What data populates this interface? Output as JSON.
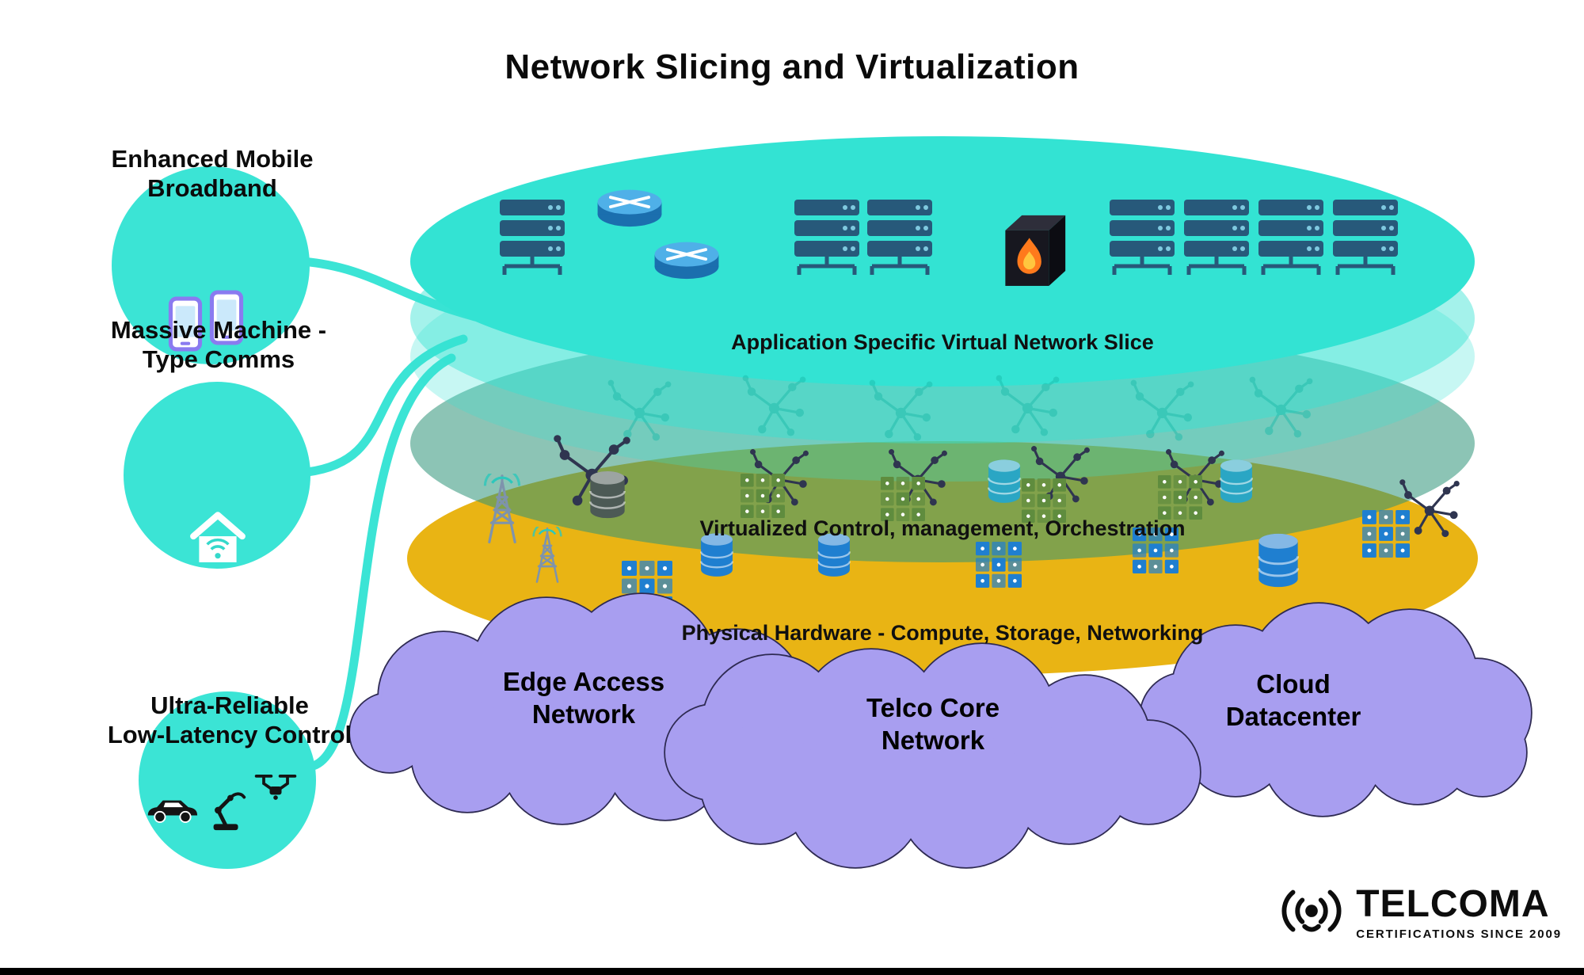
{
  "title": "Network Slicing and Virtualization",
  "use_cases": [
    {
      "lines": [
        "Enhanced Mobile",
        "Broadband"
      ],
      "icon": "mobile-phones-icon"
    },
    {
      "lines": [
        "Massive Machine -",
        "Type Comms"
      ],
      "icon": "smart-home-icon"
    },
    {
      "lines": [
        "Ultra-Reliable",
        "Low-Latency Control"
      ],
      "icon": "car-robot-drone-icon"
    }
  ],
  "layers": [
    {
      "caption": "Application Specific Virtual Network Slice",
      "color": "#33E3D3",
      "icons": [
        "server-rack-icon",
        "router-icon",
        "firewall-icon"
      ]
    },
    {
      "caption": "Virtualized Control, management, Orchestration",
      "color": "#2E9478",
      "icons": [
        "network-node-icon",
        "database-icon",
        "vm-grid-icon"
      ]
    },
    {
      "caption": "Physical Hardware - Compute, Storage, Networking",
      "color": "#E9B414",
      "icons": [
        "cell-tower-icon",
        "server-grid-icon",
        "database-icon"
      ]
    }
  ],
  "clouds": [
    {
      "lines": [
        "Edge Access",
        "Network"
      ]
    },
    {
      "lines": [
        "Telco Core",
        "Network"
      ]
    },
    {
      "lines": [
        "Cloud",
        "Datacenter"
      ]
    }
  ],
  "logo": {
    "name": "TELCOMA",
    "tagline": "CERTIFICATIONS SINCE 2009",
    "icon": "telcoma-signal-icon"
  },
  "colors": {
    "accent_teal": "#3BE4D5",
    "layer_yellow": "#E9B414",
    "layer_green": "#2E9478",
    "cloud_purple": "#A89EF0"
  }
}
